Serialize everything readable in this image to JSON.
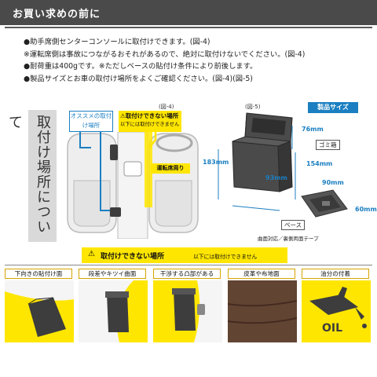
{
  "header": {
    "title": "お買い求めの前に"
  },
  "notes": [
    "●助手席側センターコンソールに取付けできます。(図-4)",
    "※運転席側は事故につながるおそれがあるので、絶対に取付けないでください。(図-4)",
    "●耐荷重は400gです。※ただしベースの貼付け条件により前後します。",
    "●製品サイズとお車の取付け場所をよくご確認ください。(図-4)(図-5)"
  ],
  "section_title": "取付け場所について",
  "figure4": {
    "label": "(図-4)",
    "recommended": "オススメの取付け場所",
    "not_allowed_title": "取付けできない場所",
    "not_allowed_sub": "以下には取付けできません",
    "driver_area": "運転席周り"
  },
  "figure5": {
    "label": "(図-5)",
    "size_tag": "製品サイズ",
    "dims": {
      "depth": "76mm",
      "height": "183mm",
      "width": "93mm",
      "side": "154mm",
      "base_w": "90mm",
      "base_h": "60mm"
    },
    "trash_box": "ゴミ箱",
    "base": "ベース",
    "tape_note": "曲面対応／裏側両面テープ"
  },
  "not_install": {
    "title": "取付けできない場所",
    "subtitle": "以下には取付けできません",
    "panels": [
      {
        "label": "下向きの貼付け面"
      },
      {
        "label": "段差やキツイ曲面"
      },
      {
        "label": "干渉する凸部がある"
      },
      {
        "label": "皮革や布地面"
      },
      {
        "label": "油分の付着"
      }
    ],
    "oil_text": "OIL"
  },
  "colors": {
    "accent_yellow": "#ffe600",
    "accent_blue": "#1b7fc1",
    "header_bg": "#4a4a4a"
  }
}
